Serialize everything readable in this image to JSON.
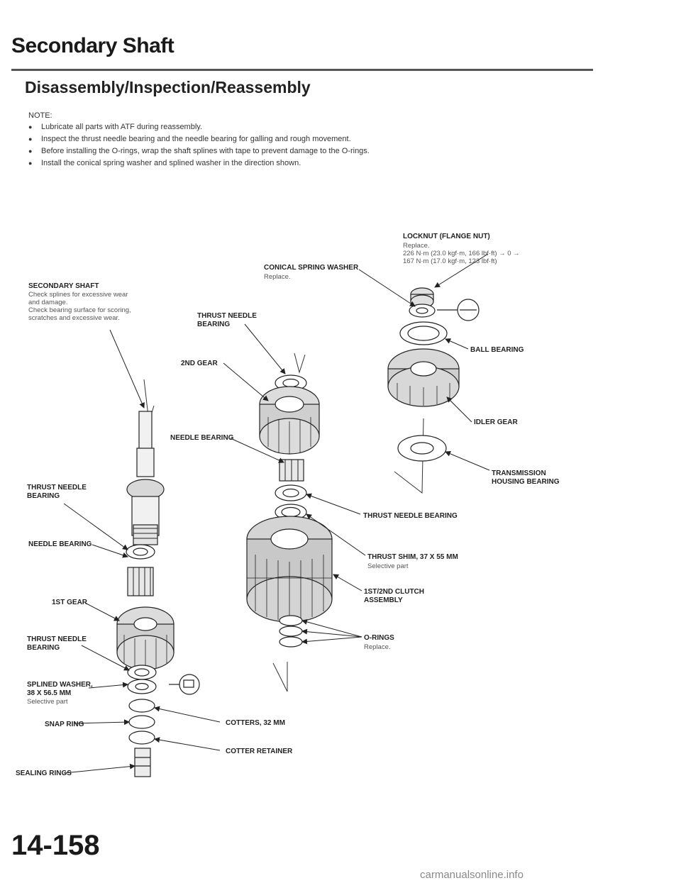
{
  "header": {
    "title": "Secondary Shaft",
    "subtitle": "Disassembly/Inspection/Reassembly"
  },
  "note": {
    "heading": "NOTE:",
    "items": [
      "Lubricate all parts with ATF during reassembly.",
      "Inspect the thrust needle bearing and the needle bearing for galling and rough movement.",
      "Before installing the O-rings, wrap the shaft splines with tape to prevent damage to the O-rings.",
      "Install the conical spring washer and splined washer in the direction shown."
    ]
  },
  "labels": {
    "locknut": "LOCKNUT (FLANGE NUT)",
    "locknut_replace": "Replace.",
    "locknut_torque1": "226 N·m (23.0 kgf·m, 166 lbf·ft) → 0 →",
    "locknut_torque2": "167 N·m (17.0 kgf·m, 123 lbf·ft)",
    "conical_washer": "CONICAL SPRING WASHER",
    "conical_washer_replace": "Replace.",
    "secondary_shaft": "SECONDARY SHAFT",
    "secondary_shaft_note1": "Check splines for excessive wear",
    "secondary_shaft_note2": "and damage.",
    "secondary_shaft_note3": "Check bearing surface for scoring,",
    "secondary_shaft_note4": "scratches and excessive wear.",
    "thrust_needle_top_1": "THRUST NEEDLE",
    "thrust_needle_top_2": "BEARING",
    "ball_bearing": "BALL BEARING",
    "second_gear": "2ND GEAR",
    "idler_gear": "IDLER GEAR",
    "needle_bearing_center": "NEEDLE BEARING",
    "transmission_housing_1": "TRANSMISSION",
    "transmission_housing_2": "HOUSING BEARING",
    "thrust_needle_left_1": "THRUST NEEDLE",
    "thrust_needle_left_2": "BEARING",
    "thrust_needle_right": "THRUST NEEDLE BEARING",
    "needle_bearing_left": "NEEDLE BEARING",
    "thrust_shim": "THRUST SHIM, 37 x 55 mm",
    "thrust_shim_note": "Selective part",
    "first_gear": "1ST GEAR",
    "clutch_1": "1ST/2ND CLUTCH",
    "clutch_2": "ASSEMBLY",
    "thrust_needle_low_1": "THRUST NEEDLE",
    "thrust_needle_low_2": "BEARING",
    "orings": "O-RINGS",
    "orings_replace": "Replace.",
    "splined_washer": "SPLINED WASHER,",
    "splined_washer_size": "38 x 56.5 mm",
    "splined_washer_note": "Selective part",
    "cotters": "COTTERS, 32 mm",
    "snap_ring": "SNAP RING",
    "cotter_retainer": "COTTER RETAINER",
    "sealing_rings": "SEALING RINGS"
  },
  "footer": {
    "page_number": "14-158",
    "watermark": "carmanualsonline.info"
  }
}
